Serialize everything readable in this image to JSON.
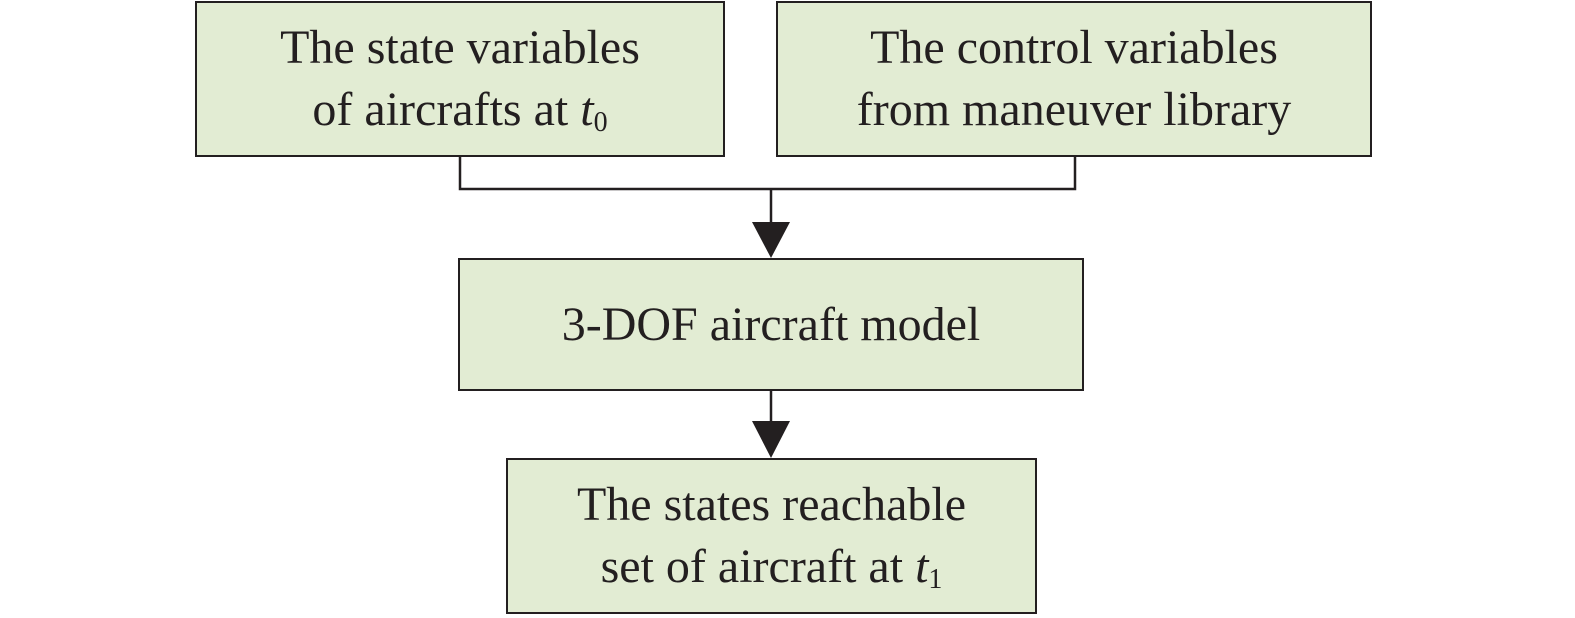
{
  "boxes": {
    "state": {
      "line1": "The state variables",
      "line2_prefix": "of aircrafts at ",
      "line2_var": "t",
      "line2_sub": "0"
    },
    "control": {
      "line1": "The control variables",
      "line2": "from maneuver library"
    },
    "model": {
      "line1": "3-DOF aircraft model"
    },
    "reach": {
      "line1": "The states reachable",
      "line2_prefix": "set of aircraft at ",
      "line2_var": "t",
      "line2_sub": "1"
    }
  },
  "colors": {
    "box_fill": "#e2ecd3",
    "stroke": "#231f20"
  }
}
